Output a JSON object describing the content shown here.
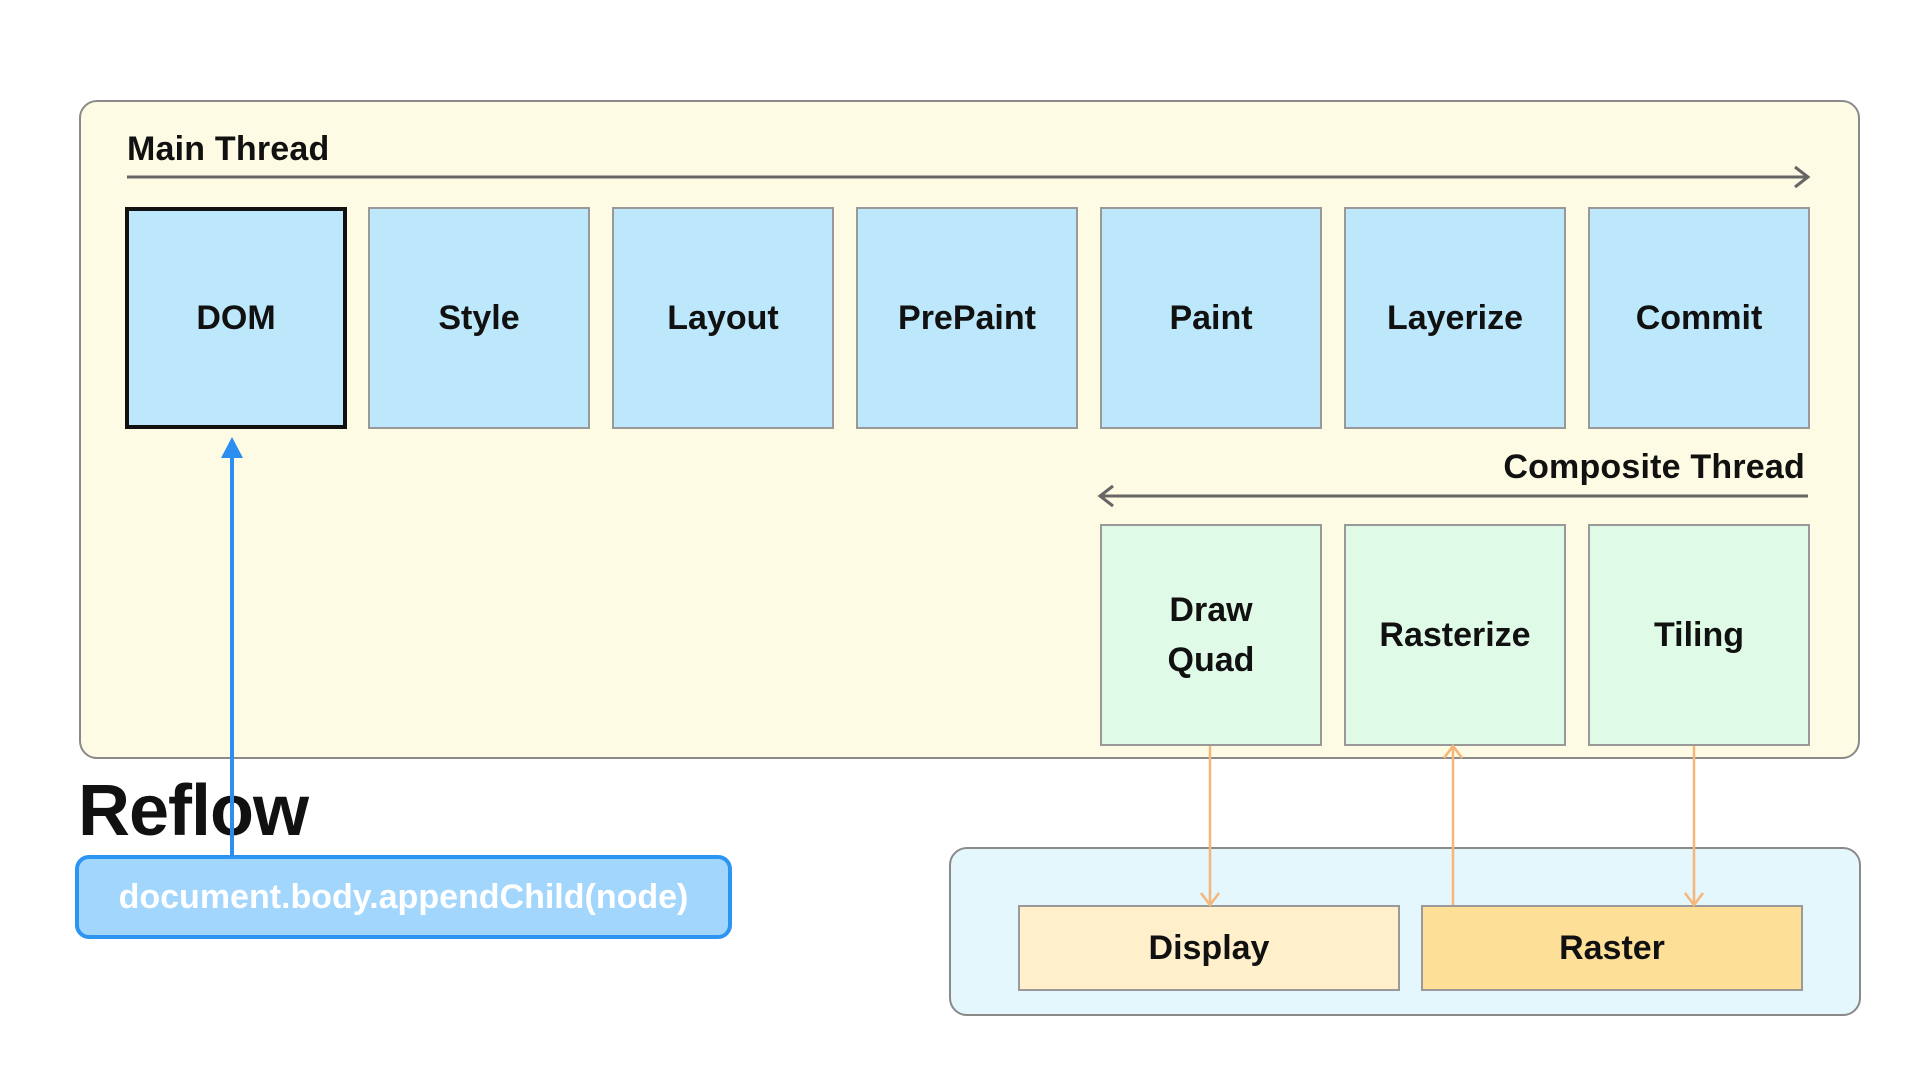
{
  "main_thread": {
    "label": "Main Thread",
    "stages": [
      "DOM",
      "Style",
      "Layout",
      "PrePaint",
      "Paint",
      "Layerize",
      "Commit"
    ]
  },
  "composite_thread": {
    "label": "Composite Thread",
    "stages": [
      "Draw\nQuad",
      "Rasterize",
      "Tiling"
    ]
  },
  "gpu": {
    "display_label": "Display",
    "raster_label": "Raster"
  },
  "reflow": {
    "title": "Reflow",
    "code": "document.body.appendChild(node)"
  },
  "colors": {
    "main_stage": "#bde8fb",
    "composite_stage": "#e0fae8",
    "reflow_arrow": "#2c8ef0",
    "orange_arrow": "#f6b679"
  }
}
